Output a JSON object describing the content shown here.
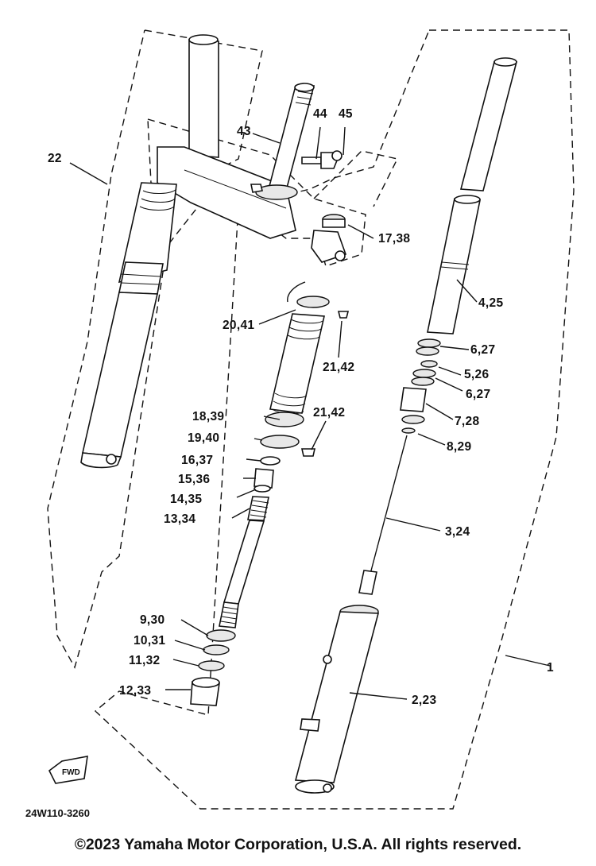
{
  "diagram": {
    "drawing_number": "24W110-3260",
    "fwd_label": "FWD",
    "callouts": [
      {
        "id": "c1",
        "text": "1"
      },
      {
        "id": "c22",
        "text": "22"
      },
      {
        "id": "c43",
        "text": "43"
      },
      {
        "id": "c44",
        "text": "44"
      },
      {
        "id": "c45",
        "text": "45"
      },
      {
        "id": "c17",
        "text": "17,38"
      },
      {
        "id": "c4",
        "text": "4,25"
      },
      {
        "id": "c20",
        "text": "20,41"
      },
      {
        "id": "c21a",
        "text": "21,42"
      },
      {
        "id": "c6a",
        "text": "6,27"
      },
      {
        "id": "c5",
        "text": "5,26"
      },
      {
        "id": "c6b",
        "text": "6,27"
      },
      {
        "id": "c18",
        "text": "18,39"
      },
      {
        "id": "c21b",
        "text": "21,42"
      },
      {
        "id": "c7",
        "text": "7,28"
      },
      {
        "id": "c19",
        "text": "19,40"
      },
      {
        "id": "c8",
        "text": "8,29"
      },
      {
        "id": "c16",
        "text": "16,37"
      },
      {
        "id": "c15",
        "text": "15,36"
      },
      {
        "id": "c14",
        "text": "14,35"
      },
      {
        "id": "c13",
        "text": "13,34"
      },
      {
        "id": "c3",
        "text": "3,24"
      },
      {
        "id": "c9",
        "text": "9,30"
      },
      {
        "id": "c10",
        "text": "10,31"
      },
      {
        "id": "c11",
        "text": "11,32"
      },
      {
        "id": "c12",
        "text": "12,33"
      },
      {
        "id": "c2",
        "text": "2,23"
      }
    ]
  },
  "footer": {
    "copyright_mark": "©",
    "text": "2023 Yamaha Motor Corporation, U.S.A. All rights reserved."
  }
}
